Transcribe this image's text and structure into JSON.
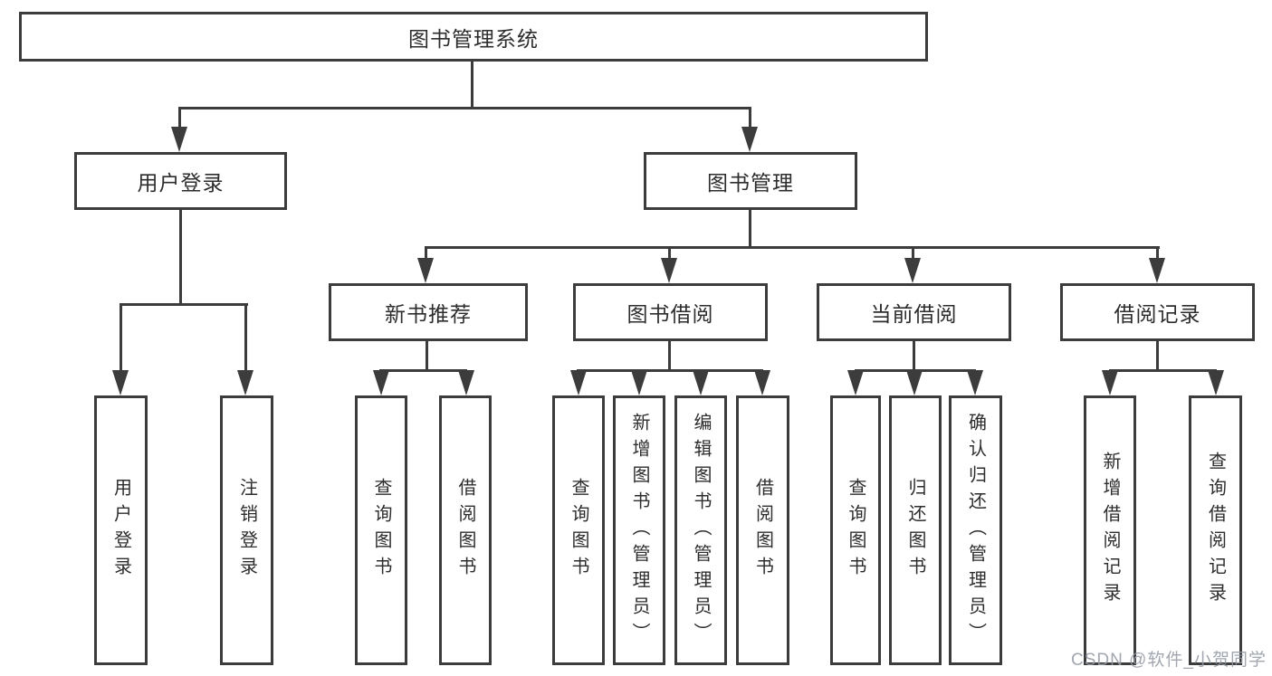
{
  "diagram": {
    "root": {
      "label": "图书管理系统"
    },
    "level2": [
      {
        "label": "用户登录",
        "children": [
          {
            "label": "用户登录"
          },
          {
            "label": "注销登录"
          }
        ]
      },
      {
        "label": "图书管理",
        "children": [
          {
            "label": "新书推荐",
            "children": [
              {
                "label": "查询图书"
              },
              {
                "label": "借阅图书"
              }
            ]
          },
          {
            "label": "图书借阅",
            "children": [
              {
                "label": "查询图书"
              },
              {
                "label": "新增图书（管理员）"
              },
              {
                "label": "编辑图书（管理员）"
              },
              {
                "label": "借阅图书"
              }
            ]
          },
          {
            "label": "当前借阅",
            "children": [
              {
                "label": "查询图书"
              },
              {
                "label": "归还图书"
              },
              {
                "label": "确认归还（管理员）"
              }
            ]
          },
          {
            "label": "借阅记录",
            "children": [
              {
                "label": "新增借阅记录"
              },
              {
                "label": "查询借阅记录"
              }
            ]
          }
        ]
      }
    ]
  },
  "watermark": "CSDN @软件_小贺同学",
  "colors": {
    "line": "#3c3c3c",
    "text": "#2d2d2d",
    "watermark": "#949aa4",
    "background": "#ffffff"
  }
}
